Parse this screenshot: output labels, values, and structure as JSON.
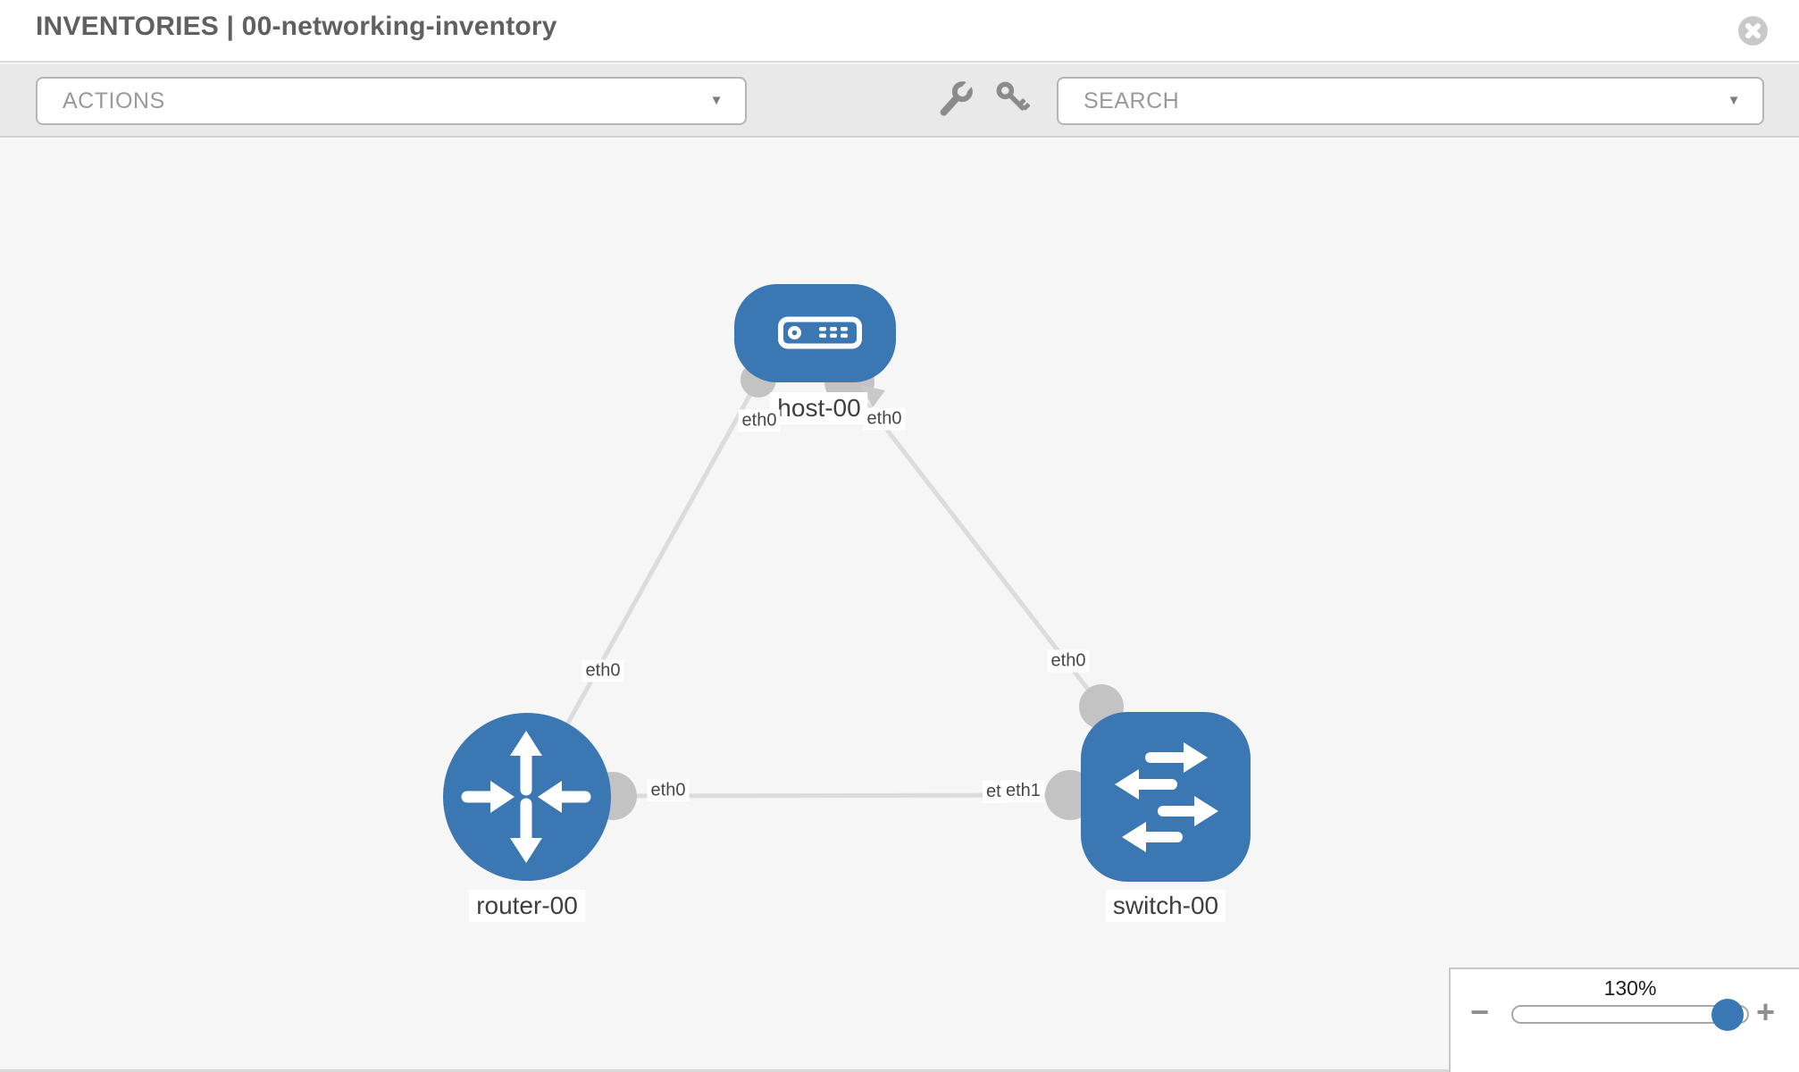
{
  "header": {
    "title": "INVENTORIES | 00-networking-inventory"
  },
  "toolbar": {
    "actions": {
      "label": "ACTIONS"
    },
    "search": {
      "label": "SEARCH"
    },
    "caret_glyph": "▼",
    "icons": [
      "wrench-icon",
      "key-icon"
    ]
  },
  "icons": {
    "close": "x-circle-icon"
  },
  "topology": {
    "nodes": [
      {
        "label": "host-00",
        "type": "host"
      },
      {
        "label": "router-00",
        "type": "router"
      },
      {
        "label": "switch-00",
        "type": "switch"
      }
    ],
    "links": [
      {
        "from": "host-00",
        "to": "router-00",
        "from_if": "eth0",
        "to_if": "eth0"
      },
      {
        "from": "host-00",
        "to": "switch-00",
        "from_if": "eth0",
        "to_if": "eth0"
      },
      {
        "from": "router-00",
        "to": "switch-00",
        "from_if": "eth0",
        "to_if": "eth1",
        "to_if_behind": "eth0"
      }
    ]
  },
  "zoom_control": {
    "level": "130%",
    "minus_glyph": "−",
    "plus_glyph": "+"
  },
  "colors": {
    "node_blue": "#3b78b3",
    "link_gray": "#dcdcdc",
    "connector_gray": "#c3c3c3",
    "canvas_bg": "#f6f6f6"
  }
}
